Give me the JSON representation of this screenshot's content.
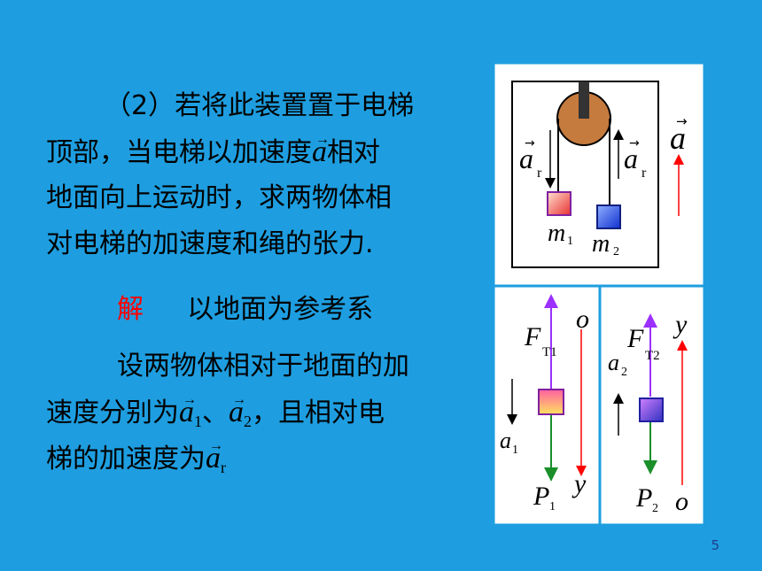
{
  "problem": {
    "line1": "（2）若将此装置置于电梯",
    "line2_a": "顶部，当电梯以加速度",
    "line2_b": "相对",
    "line3": "地面向上运动时，求两物体相",
    "line4": "对电梯的加速度和绳的张力."
  },
  "solution": {
    "label": "解",
    "text": "以地面为参考系",
    "line2": "设两物体相对于地面的加",
    "line3_a": "速度分别为",
    "line3_b": "、",
    "line3_c": "，且相对电",
    "line4": "梯的加速度为"
  },
  "symbols": {
    "a": "a",
    "a1": "a",
    "a1_sub": "1",
    "a2": "a",
    "a2_sub": "2",
    "ar": "a",
    "ar_sub": "r"
  },
  "diagram": {
    "ar_left": "a",
    "ar_left_sub": "r",
    "ar_right": "a",
    "ar_right_sub": "r",
    "a_elev": "a",
    "m1": "m",
    "m1_sub": "1",
    "m2": "m",
    "m2_sub": "2",
    "ft1": "F",
    "ft1_sub": "T1",
    "ft2": "F",
    "ft2_sub": "T2",
    "o_left": "o",
    "y_left": "y",
    "y_right": "y",
    "o_right": "o",
    "a1_label": "a",
    "a1_sub": "1",
    "a2_label": "a",
    "a2_sub": "2",
    "p1": "P",
    "p1_sub": "1",
    "p2": "P",
    "p2_sub": "2",
    "colors": {
      "red": "#ff0000",
      "blue": "#1a3fd8",
      "purple": "#9b30ff",
      "green": "#1a8f2a",
      "pulley": "#b5652c"
    }
  },
  "slide_number": "5"
}
